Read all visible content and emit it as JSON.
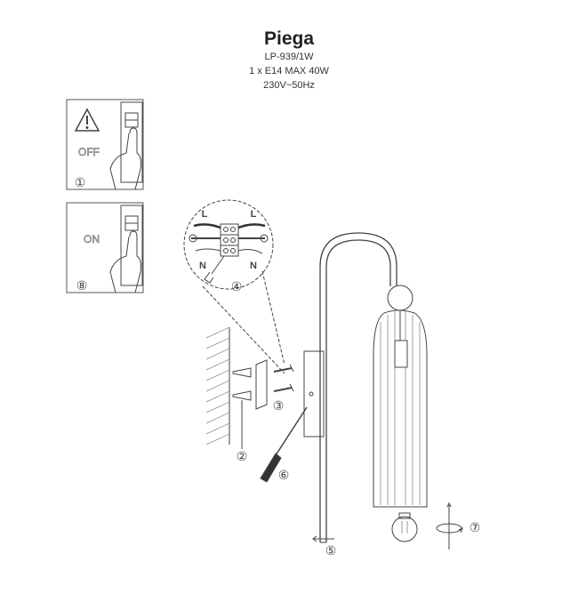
{
  "header": {
    "title": "Piega",
    "model": "LP-939/1W",
    "spec": "1 x E14 MAX 40W",
    "voltage": "230V~50Hz"
  },
  "panels": {
    "off_label": "OFF",
    "on_label": "ON"
  },
  "wiring": {
    "live_left": "L",
    "live_right": "L",
    "neutral_left": "N",
    "neutral_right": "N"
  },
  "steps": {
    "s1": "①",
    "s2": "②",
    "s3": "③",
    "s4": "④",
    "s5": "⑤",
    "s6": "⑥",
    "s7": "⑦",
    "s8": "⑧"
  }
}
